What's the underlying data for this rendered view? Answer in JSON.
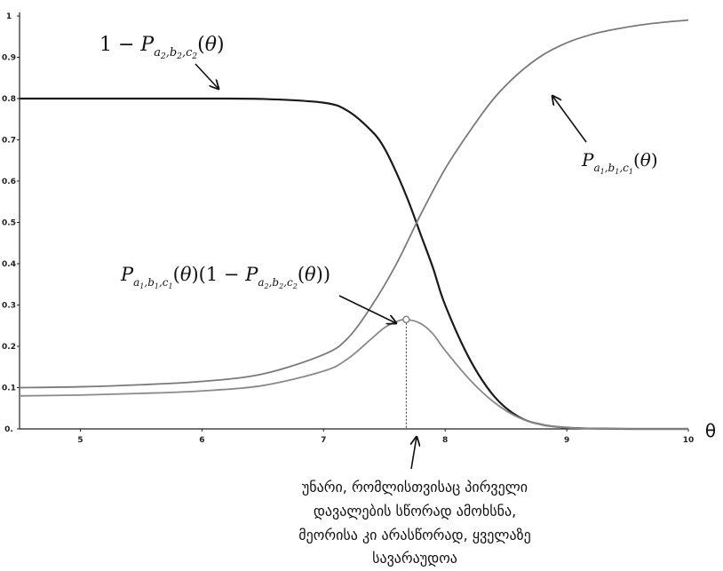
{
  "chart_data": {
    "type": "line",
    "xlabel": "θ",
    "ylabel": "",
    "xlim": [
      4.5,
      10
    ],
    "ylim": [
      0,
      1
    ],
    "x_ticks": [
      "5",
      "6",
      "7",
      "8",
      "9",
      "10"
    ],
    "y_ticks": [
      "0.",
      "0.1",
      "0.2",
      "0.3",
      "0.4",
      "0.5",
      "0.6",
      "0.7",
      "0.8",
      "0.9",
      "1"
    ],
    "grid": false,
    "series": [
      {
        "name": "1 − P_{a2,b2,c2}(θ)",
        "color": "#1a1a1a",
        "x": [
          4.5,
          5,
          5.5,
          6,
          6.5,
          7,
          7.2,
          7.4,
          7.5,
          7.6,
          7.7,
          7.8,
          7.9,
          8,
          8.2,
          8.4,
          8.6,
          8.8,
          9,
          9.2,
          9.5,
          10
        ],
        "y": [
          0.8,
          0.8,
          0.8,
          0.8,
          0.799,
          0.79,
          0.77,
          0.72,
          0.68,
          0.62,
          0.55,
          0.47,
          0.39,
          0.3,
          0.17,
          0.08,
          0.03,
          0.01,
          0.003,
          0.001,
          0,
          0
        ]
      },
      {
        "name": "P_{a1,b1,c1}(θ)",
        "color": "#7a7a7a",
        "x": [
          4.5,
          5,
          5.5,
          6,
          6.5,
          7,
          7.2,
          7.4,
          7.6,
          7.8,
          8,
          8.2,
          8.4,
          8.6,
          8.8,
          9,
          9.2,
          9.4,
          9.6,
          9.8,
          10
        ],
        "y": [
          0.1,
          0.102,
          0.107,
          0.115,
          0.133,
          0.18,
          0.22,
          0.3,
          0.4,
          0.52,
          0.63,
          0.72,
          0.8,
          0.86,
          0.905,
          0.935,
          0.955,
          0.968,
          0.978,
          0.985,
          0.99
        ]
      },
      {
        "name": "P_{a1,b1,c1}(θ)(1 − P_{a2,b2,c2}(θ))",
        "color": "#8a8a8a",
        "x": [
          4.5,
          5,
          5.5,
          6,
          6.5,
          7,
          7.2,
          7.4,
          7.5,
          7.6,
          7.68,
          7.8,
          7.9,
          8,
          8.2,
          8.4,
          8.6,
          8.8,
          9,
          9.2,
          9.5,
          10
        ],
        "y": [
          0.08,
          0.082,
          0.086,
          0.092,
          0.105,
          0.14,
          0.17,
          0.22,
          0.245,
          0.26,
          0.265,
          0.255,
          0.23,
          0.19,
          0.12,
          0.065,
          0.028,
          0.01,
          0.003,
          0.001,
          0,
          0
        ]
      }
    ],
    "peak_marker": {
      "x": 7.68,
      "y": 0.265
    },
    "annotations": {
      "label_one_minus_p2": "1 − P_{a2,b2,c2}(θ)",
      "label_p1": "P_{a1,b1,c1}(θ)",
      "label_product": "P_{a1,b1,c1}(θ)(1 − P_{a2,b2,c2}(θ))",
      "caption_lines": [
        "უნარი, რომლისთვისაც პირველი",
        "დავალების სწორად ამოხსნა,",
        "მეორისა კი არასწორად, ყველაზე",
        "სავარაუდოა"
      ]
    }
  }
}
